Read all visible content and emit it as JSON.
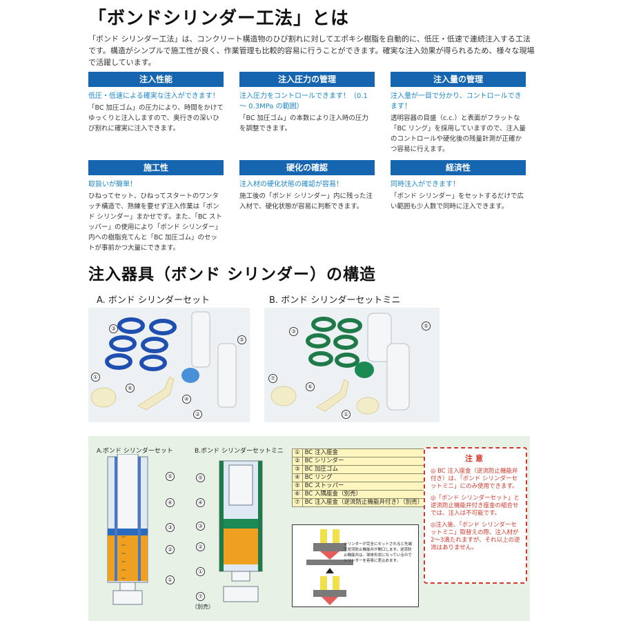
{
  "title": "「ボンドシリンダー工法」とは",
  "intro": "「ボンド シリンダー工法」は、コンクリート構造物のひび割れに対してエポキシ樹脂を自動的に、低圧・低速で連続注入する工法です。構造がシンプルで施工性が良く、作業管理も比較的容易に行うことができます。確実な注入効果が得られるため、様々な現場で活躍しています。",
  "features": [
    {
      "title": "注入性能",
      "lead": "低圧・低速による確実な注入ができます！",
      "body": "「BC 加圧ゴム」の圧力により、時間をかけてゆっくりと注入しますので、奥行きの深いひび割れに確実に注入できます。"
    },
    {
      "title": "注入圧力の管理",
      "lead": "注入圧力をコントロールできます！（0.1 ～ 0.3MPa の範囲）",
      "body": "「BC 加圧ゴム」の本数により注入時の圧力を調整できます。"
    },
    {
      "title": "注入量の管理",
      "lead": "注入量が一目で分かり、コントロールできます！",
      "body": "透明容器の目盛（c.c.）と表面がフラットな「BC リング」を採用していますので、注入量のコントロールや硬化後の残量計測が正確かつ容易に行えます。"
    },
    {
      "title": "施工性",
      "lead": "取扱いが簡単！",
      "body": "ひねってセット、ひねってスタートのワンタッチ構造で、熟練を要せず注入作業は「ボンド シリンダー」まかせです。また、「BC ストッパー」の使用により「ボンド シリンダー」内への樹脂充てんと「BC 加圧ゴム」のセットが事前かつ大量にできます。"
    },
    {
      "title": "硬化の確認",
      "lead": "注入材の硬化状態の確認が容易！",
      "body": "施工後の「ボンド シリンダー」内に残った注入材で、硬化状態が容易に判断できます。"
    },
    {
      "title": "経済性",
      "lead": "同時注入ができます！",
      "body": "「ボンド シリンダー」をセットするだけで広い範囲も少人数で同時に注入できます。"
    }
  ],
  "structure_title": "注入器具（ボンド シリンダー）の構造",
  "photo_a_title": "A. ボンド シリンダーセット",
  "photo_b_title": "B. ボンド シリンダーセットミニ",
  "diagram_a_title": "A.ボンド シリンダーセット",
  "diagram_b_title": "B.ボンド シリンダーセットミニ",
  "parts": [
    {
      "no": "①",
      "name": "BC 注入座金"
    },
    {
      "no": "②",
      "name": "BC シリンダー"
    },
    {
      "no": "③",
      "name": "BC 加圧ゴム"
    },
    {
      "no": "④",
      "name": "BC リング"
    },
    {
      "no": "⑤",
      "name": "BC ストッパー"
    },
    {
      "no": "⑥",
      "name": "BC 入隅座金（別売）"
    },
    {
      "no": "⑦",
      "name": "BC 注入座金（逆流防止機能弁付き）（別売）"
    }
  ],
  "notice": {
    "title": "注意",
    "items": [
      "◎ BC 注入座金（逆流防止機能弁付き）は、「ボンド シリンダーセットミニ」にのみ使用できます。",
      "◎「ボンド シリンダーセット」と逆流防止機能弁付き座金の組合せでは、注入は不可能です。",
      "◎注入後、「ボンド シリンダーセットミニ」取替えの際、注入材が2～3滴たれますが、それ以上の逆流はありません。"
    ]
  },
  "zoom_note": "シリンダーが完全にセットされると先端で逆流防止機能弁が開口します。逆流防止機能弁は、球体形状になっているのでシリンダーを容易に差込めます。",
  "bessho": "（別売）",
  "colors": {
    "band": "#1565b0",
    "lead": "#1a86c9",
    "notice": "#d0362a",
    "resin": "#f0a020",
    "ring_blue": "#1f4fb0",
    "ring_green": "#1f7a4a"
  }
}
